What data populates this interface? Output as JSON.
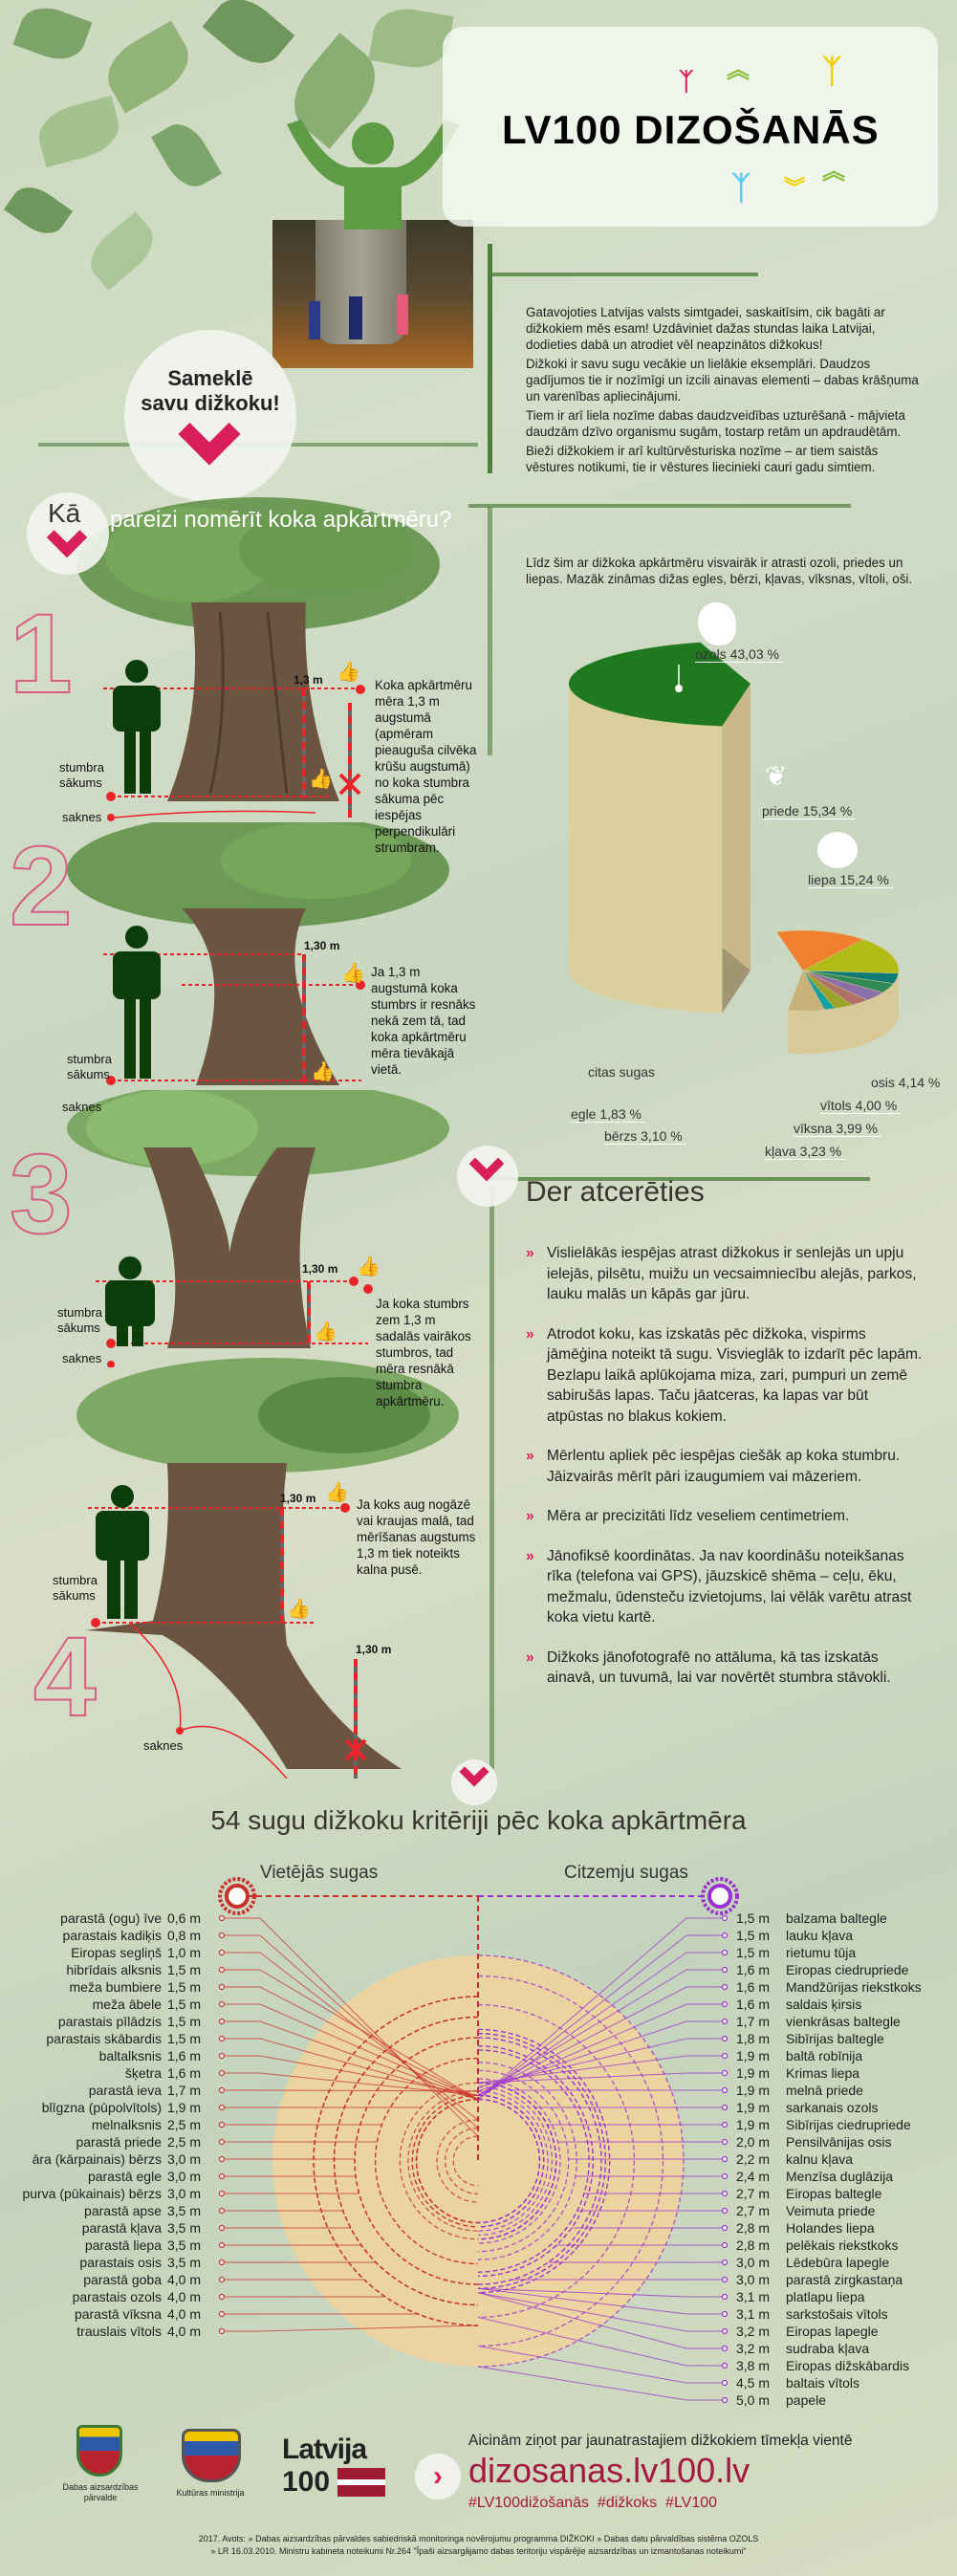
{
  "header": {
    "logo_text": "LV100 DIZOŠANĀS"
  },
  "intro": {
    "paragraphs": [
      "Gatavojoties Latvijas valsts simtgadei, saskaitīsim, cik bagāti ar dižkokiem mēs esam! Uzdāviniet dažas stundas laika Latvijai, dodieties dabā un atrodiet vēl neapzinātos dižkokus!",
      "Dižkoki ir savu sugu vecākie un lielākie eksemplāri. Daudzos gadījumos tie ir nozīmīgi un izcili ainavas elementi – dabas krāšņuma un varenības apliecinājumi.",
      "Tiem ir arī liela nozīme dabas daudzveidības uzturēšanā - mājvieta daudzām dzīvo organismu sugām, tostarp retām un apdraudētām.",
      "Bieži dižkokiem ir arī kultūrvēsturiska nozīme – ar tiem saistās vēstures notikumi, tie ir vēstures liecinieki cauri gadu simtiem."
    ]
  },
  "callout": {
    "line1": "Sameklē",
    "line2": "savu dižkoku!"
  },
  "measure": {
    "ka": "Kā",
    "title": "pareizi nomērīt koka apkārtmēru?",
    "label_start": "stumbra sākums",
    "label_roots": "saknes",
    "steps": [
      {
        "num": "1",
        "height": "1,3 m",
        "text": "Koka apkārtmēru mēra 1,3 m augstumā (apmēram pieauguša cilvēka krūšu augstumā) no koka stumbra sākuma pēc iespējas perpendikulāri strumbram."
      },
      {
        "num": "2",
        "height": "1,30 m",
        "text": "Ja 1,3 m augstumā koka stumbrs ir resnāks nekā zem tā, tad koka apkārtmēru mēra tievākajā vietā."
      },
      {
        "num": "3",
        "height": "1,30 m",
        "text": "Ja koka stumbrs zem 1,3 m sadalās vairākos stumbros, tad mēra resnākā stumbra apkārtmēru."
      },
      {
        "num": "4",
        "height": "1,30 m",
        "height2": "1,30 m",
        "text": "Ja koks aug nogāzē vai kraujas malā, tad mērīšanas augstums 1,3 m tiek noteikts kalna pusē."
      }
    ]
  },
  "pie_intro": "Līdz šim ar dižkoka apkārtmēru visvairāk ir atrasti ozoli, priedes un liepas. Mazāk zināmas dižas egles, bērzi, kļavas, vīksnas, vītoli, oši.",
  "chart_data": {
    "type": "pie",
    "title": "",
    "slices": [
      {
        "name": "ozols",
        "value": 43.03,
        "label": "ozols 43,03 %",
        "color": "#1f7a1f"
      },
      {
        "name": "priede",
        "value": 15.34,
        "label": "priede 15,34 %",
        "color": "#f07f2e"
      },
      {
        "name": "liepa",
        "value": 15.24,
        "label": "liepa 15,24 %",
        "color": "#b3bb17"
      },
      {
        "name": "osis",
        "value": 4.14,
        "label": "osis  4,14 %",
        "color": "#0e7b74"
      },
      {
        "name": "vītols",
        "value": 4.0,
        "label": "vītols 4,00 %",
        "color": "#2f8a55"
      },
      {
        "name": "vīksna",
        "value": 3.99,
        "label": "vīksna 3,99 %",
        "color": "#8a6fa8"
      },
      {
        "name": "kļava",
        "value": 3.23,
        "label": "kļava 3,23 %",
        "color": "#b07267"
      },
      {
        "name": "bērzs",
        "value": 3.1,
        "label": "bērzs 3,10 %",
        "color": "#9aa22a"
      },
      {
        "name": "egle",
        "value": 1.83,
        "label": "egle 1,83 %",
        "color": "#12a0a0"
      },
      {
        "name": "citas sugas",
        "value": null,
        "label": "citas sugas",
        "color": "#c9b27a"
      }
    ]
  },
  "remember": {
    "title": "Der atcerēties",
    "bullet": "»",
    "items": [
      "Vislielākās iespējas atrast dižkokus ir senlejās un upju ielejās, pilsētu, muižu un vecsaimniecību alejās,  parkos, lauku malās un kāpās gar jūru.",
      "Atrodot koku, kas izskatās pēc dižkoka, vispirms jāmēģina noteikt tā sugu. Visvieglāk to izdarīt pēc lapām. Bezlapu laikā aplūkojama miza, zari, pumpuri un zemē sabirušās lapas. Taču jāatceras, ka lapas var būt atpūstas no blakus kokiem.",
      "Mērlentu apliek pēc iespējas ciešāk ap koka stumbru. Jāizvairās mērīt pāri izaugumiem vai māzeriem.",
      "Mēra ar precizitāti līdz veseliem centimetriem.",
      "Jānofiksē koordinātas. Ja nav koordināšu noteikšanas rīka (telefona vai GPS), jāuzskicē shēma – ceļu, ēku, mežmalu, ūdensteču izvietojums, lai vēlāk varētu atrast koka vietu kartē.",
      "Dižkoks jānofotografē no attāluma, kā tas izskatās ainavā, un tuvumā, lai var novērtēt stumbra stāvokli."
    ]
  },
  "criteria": {
    "title": "54 sugu dižkoku kritēriji pēc koka apkārtmēra",
    "local_title": "Vietējās sugas",
    "foreign_title": "Citzemju sugas",
    "local_color": "#c9302c",
    "foreign_color": "#9b30d0",
    "local": [
      {
        "name": "parastā (ogu) īve",
        "value": "0,6 m"
      },
      {
        "name": "parastais kadiķis",
        "value": "0,8 m"
      },
      {
        "name": "Eiropas segliņš",
        "value": "1,0 m"
      },
      {
        "name": "hibrīdais alksnis",
        "value": "1,5 m"
      },
      {
        "name": "meža bumbiere",
        "value": "1,5 m"
      },
      {
        "name": "meža ābele",
        "value": "1,5 m"
      },
      {
        "name": "parastais pīlādzis",
        "value": "1,5 m"
      },
      {
        "name": "parastais skābardis",
        "value": "1,5 m"
      },
      {
        "name": "baltalksnis",
        "value": "1,6 m"
      },
      {
        "name": "šķetra",
        "value": "1,6 m"
      },
      {
        "name": "parastā ieva",
        "value": "1,7 m"
      },
      {
        "name": "blīgzna (pūpolvītols)",
        "value": "1,9 m"
      },
      {
        "name": "melnalksnis",
        "value": "2,5 m"
      },
      {
        "name": "parastā priede",
        "value": "2,5 m"
      },
      {
        "name": "āra (kārpainais) bērzs",
        "value": "3,0 m"
      },
      {
        "name": "parastā egle",
        "value": "3,0 m"
      },
      {
        "name": "purva (pūkainais) bērzs",
        "value": "3,0 m"
      },
      {
        "name": "parastā apse",
        "value": "3,5 m"
      },
      {
        "name": "parastā kļava",
        "value": "3,5 m"
      },
      {
        "name": "parastā liepa",
        "value": "3,5 m"
      },
      {
        "name": "parastais osis",
        "value": "3,5 m"
      },
      {
        "name": "parastā goba",
        "value": "4,0 m"
      },
      {
        "name": "parastais ozols",
        "value": "4,0 m"
      },
      {
        "name": "parastā vīksna",
        "value": "4,0 m"
      },
      {
        "name": "trauslais vītols",
        "value": "4,0 m"
      }
    ],
    "foreign": [
      {
        "name": "balzama baltegle",
        "value": "1,5 m"
      },
      {
        "name": "lauku kļava",
        "value": "1,5 m"
      },
      {
        "name": "rietumu tūja",
        "value": "1,5 m"
      },
      {
        "name": "Eiropas ciedrupriede",
        "value": "1,6 m"
      },
      {
        "name": "Mandžūrijas riekstkoks",
        "value": "1,6 m"
      },
      {
        "name": "saldais ķirsis",
        "value": "1,6 m"
      },
      {
        "name": "vienkrāsas baltegle",
        "value": "1,7 m"
      },
      {
        "name": "Sibīrijas baltegle",
        "value": "1,8 m"
      },
      {
        "name": "baltā robīnija",
        "value": "1,9 m"
      },
      {
        "name": "Krimas liepa",
        "value": "1,9 m"
      },
      {
        "name": "melnā priede",
        "value": "1,9 m"
      },
      {
        "name": "sarkanais ozols",
        "value": "1,9 m"
      },
      {
        "name": "Sibīrijas ciedrupriede",
        "value": "1,9 m"
      },
      {
        "name": "Pensilvānijas osis",
        "value": "2,0 m"
      },
      {
        "name": "kalnu kļava",
        "value": "2,2 m"
      },
      {
        "name": "Menzīsa duglāzija",
        "value": "2,4 m"
      },
      {
        "name": "Eiropas baltegle",
        "value": "2,7 m"
      },
      {
        "name": "Veimuta priede",
        "value": "2,7 m"
      },
      {
        "name": "Holandes liepa",
        "value": "2,8 m"
      },
      {
        "name": "pelēkais riekstkoks",
        "value": "2,8 m"
      },
      {
        "name": "Lēdebūra lapegle",
        "value": "3,0 m"
      },
      {
        "name": "parastā zirgkastaņa",
        "value": "3,0 m"
      },
      {
        "name": "platlapu liepa",
        "value": "3,1 m"
      },
      {
        "name": "sarkstošais vītols",
        "value": "3,1 m"
      },
      {
        "name": "Eiropas lapegle",
        "value": "3,2 m"
      },
      {
        "name": "sudraba kļava",
        "value": "3,2 m"
      },
      {
        "name": "Eiropas dižskābardis",
        "value": "3,8 m"
      },
      {
        "name": "baltais vītols",
        "value": "4,5 m"
      },
      {
        "name": "papele",
        "value": "5,0 m"
      }
    ]
  },
  "footer": {
    "org1": "Dabas aizsardzības pārvalde",
    "org2": "Kultūras ministrija",
    "latvija": "Latvija",
    "latvija_num": "100",
    "invite": "Aicinām ziņot par jaunatrastajiem dižkokiem tīmekļa vientē",
    "url": "dizosanas.lv100.lv",
    "hashtags": "#LV100dižošanās  #dižkoks  #LV100",
    "source1": "2017. Avots: » Dabas aizsardzības pārvaldes sabiedriskā monitoringa novērojumu programma DIŽKOKI » Dabas datu pārvaldības sistēma OZOLS",
    "source2": "» LR 16.03.2010. Ministru kabineta noteikumi Nr.264 \"Īpaši aizsargājamo dabas teritoriju vispārējie aizsardzības un izmantošanas noteikumi\""
  }
}
